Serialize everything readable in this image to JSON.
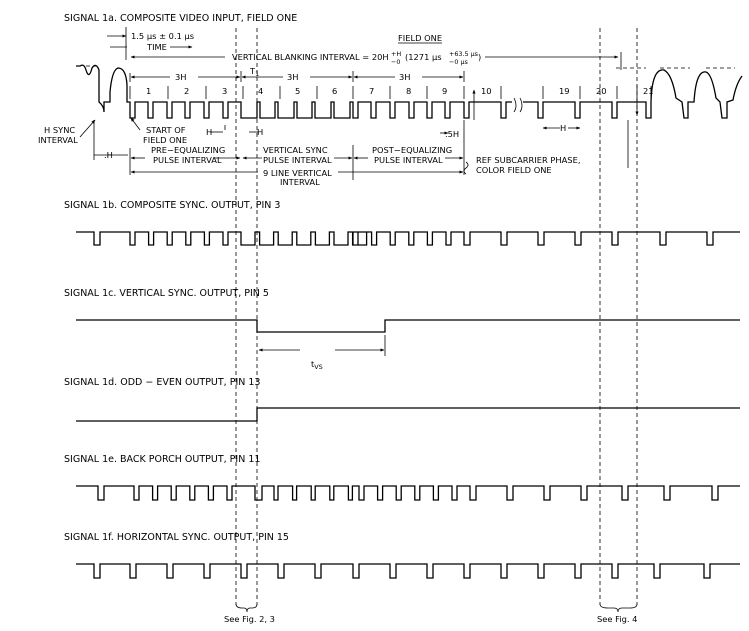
{
  "header": {
    "title": "SIGNAL 1a.  COMPOSITE VIDEO INPUT, FIELD ONE",
    "field_one": "FIELD ONE"
  },
  "annotations": {
    "timing": "1.5 μs ± 0.1 μs",
    "time_arrow": "TIME",
    "vbi_main": "VERTICAL BLANKING INTERVAL = 20H",
    "vbi_tol_hi": "+H",
    "vbi_tol_lo": "−0",
    "vbi_paren_open": "(1271 μs",
    "vbi_us_hi": "+63.5 μs",
    "vbi_us_lo": "−0 μs",
    "vbi_paren_close": ")",
    "t1": "T",
    "t1_sub": "1",
    "three_h": "3H",
    "h_sync_1": "H SYNC",
    "h_sync_2": "INTERVAL",
    "dot_h": ".H",
    "h": "H",
    "half_h": ".5H",
    "start_1": "START OF",
    "start_2": "FIELD ONE",
    "pre_1": "PRE−EQUALIZING",
    "pre_2": "PULSE INTERVAL",
    "vs_1": "VERTICAL SYNC",
    "vs_2": "PULSE INTERVAL",
    "nine_1": "9 LINE VERTICAL",
    "nine_2": "INTERVAL",
    "post_1": "POST−EQUALIZING",
    "post_2": "PULSE INTERVAL",
    "ref_1": "REF SUBCARRIER PHASE,",
    "ref_2": "COLOR FIELD ONE",
    "line_numbers": [
      "1",
      "2",
      "3",
      "4",
      "5",
      "6",
      "7",
      "8",
      "9",
      "10",
      "19",
      "20",
      "21"
    ]
  },
  "signals": {
    "s1b": "SIGNAL 1b.  COMPOSITE SYNC. OUTPUT, PIN 3",
    "s1c": "SIGNAL 1c.  VERTICAL SYNC. OUTPUT, PIN 5",
    "tvs": "t",
    "tvs_sub": "VS",
    "s1d": "SIGNAL 1d.  ODD − EVEN OUTPUT, PIN 13",
    "s1e": "SIGNAL 1e.  BACK PORCH OUTPUT, PIN 11",
    "s1f": "SIGNAL 1f.  HORIZONTAL SYNC. OUTPUT, PIN 15"
  },
  "footer": {
    "see_fig_23": "See Fig. 2, 3",
    "see_fig_4": "See Fig. 4"
  }
}
